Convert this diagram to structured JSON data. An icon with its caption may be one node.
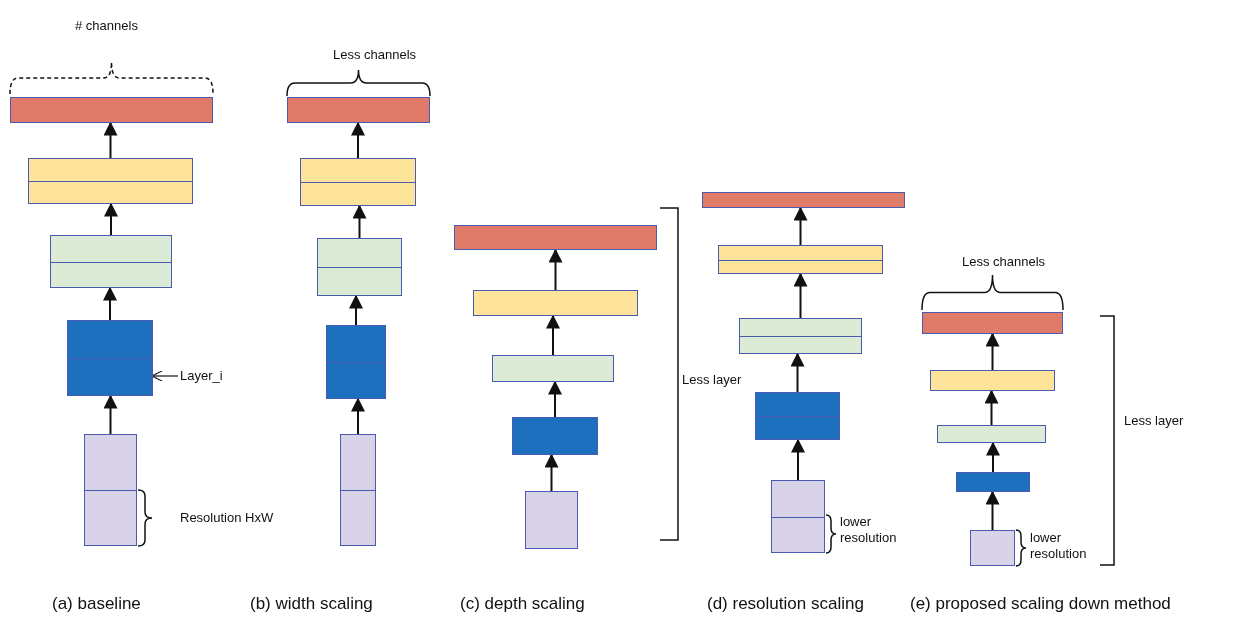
{
  "diagram": {
    "nodes": [
      {
        "text": [],
        "shape": "box"
      },
      {
        "text": [],
        "shape": "box"
      },
      {
        "text": [],
        "shape": "box"
      },
      {
        "text": [],
        "shape": "box"
      },
      {
        "text": [],
        "shape": "box"
      },
      {
        "text": [
          "Layer_i"
        ]
      },
      {
        "text": [],
        "shape": "box"
      },
      {
        "text": [],
        "shape": "box"
      },
      {
        "text": [],
        "shape": "box"
      },
      {
        "text": [],
        "shape": "box"
      },
      {
        "text": [],
        "shape": "box"
      },
      {
        "text": [],
        "shape": "box"
      },
      {
        "text": [],
        "shape": "box"
      },
      {
        "text": [],
        "shape": "box"
      },
      {
        "text": [],
        "shape": "box"
      },
      {
        "text": [],
        "shape": "box"
      },
      {
        "text": [],
        "shape": "box"
      },
      {
        "text": [],
        "shape": "box"
      },
      {
        "text": [],
        "shape": "box"
      },
      {
        "text": [],
        "shape": "box"
      },
      {
        "text": [],
        "shape": "box"
      },
      {
        "text": [],
        "shape": "box"
      },
      {
        "text": [],
        "shape": "box"
      },
      {
        "text": [],
        "shape": "box"
      },
      {
        "text": [],
        "shape": "box"
      },
      {
        "text": [],
        "shape": "box"
      }
    ],
    "edges": [
      {
        "from": 4,
        "to": 3,
        "arrow": "to"
      },
      {
        "from": 3,
        "to": 2,
        "arrow": "to"
      },
      {
        "from": 2,
        "to": 1,
        "arrow": "to"
      },
      {
        "from": 1,
        "to": 0,
        "arrow": "to"
      },
      {
        "from": 5,
        "to": 3,
        "arrow": "to"
      },
      {
        "from": 10,
        "to": 9,
        "arrow": "to"
      },
      {
        "from": 9,
        "to": 8,
        "arrow": "to"
      },
      {
        "from": 8,
        "to": 7,
        "arrow": "to"
      },
      {
        "from": 7,
        "to": 6,
        "arrow": "to"
      },
      {
        "from": 15,
        "to": 14,
        "arrow": "to"
      },
      {
        "from": 14,
        "to": 13,
        "arrow": "to"
      },
      {
        "from": 13,
        "to": 12,
        "arrow": "to"
      },
      {
        "from": 12,
        "to": 11,
        "arrow": "to"
      },
      {
        "from": 20,
        "to": 19,
        "arrow": "to"
      },
      {
        "from": 19,
        "to": 18,
        "arrow": "to"
      },
      {
        "from": 18,
        "to": 17,
        "arrow": "to"
      },
      {
        "from": 17,
        "to": 16,
        "arrow": "to"
      },
      {
        "from": 25,
        "to": 24,
        "arrow": "to"
      },
      {
        "from": 24,
        "to": 23,
        "arrow": "to"
      },
      {
        "from": 23,
        "to": 22,
        "arrow": "to"
      },
      {
        "from": 22,
        "to": 21,
        "arrow": "to"
      }
    ],
    "labels": [
      "# channels",
      "Resolution HxW",
      "Less channels",
      "Less layer",
      "lower resolution",
      "Less channels",
      "Less layer",
      "lower resolution",
      "(a) baseline",
      "(b) width scaling",
      "(c) depth scaling",
      "(d) resolution scaling",
      "(e) proposed scaling down method"
    ]
  }
}
